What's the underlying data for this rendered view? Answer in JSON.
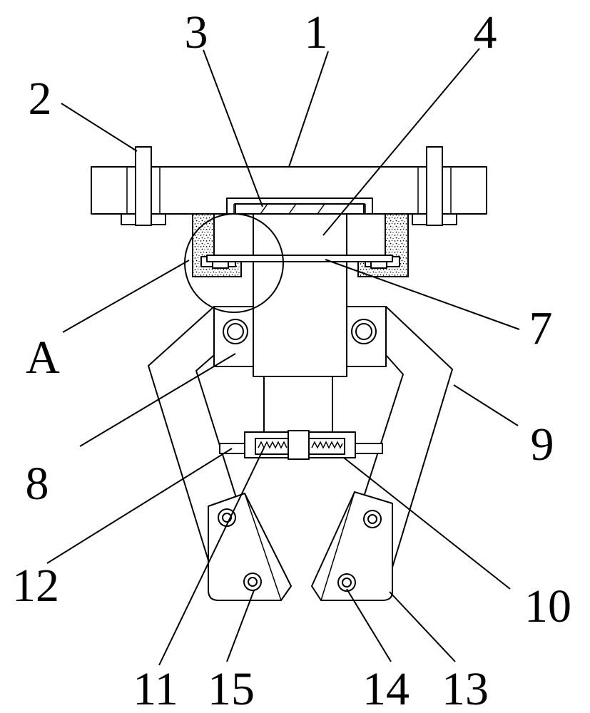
{
  "labels": {
    "l1": "1",
    "l2": "2",
    "l3": "3",
    "l4": "4",
    "lA": "A",
    "l7": "7",
    "l8": "8",
    "l9": "9",
    "l10": "10",
    "l11": "11",
    "l12": "12",
    "l13": "13",
    "l14": "14",
    "l15": "15"
  }
}
